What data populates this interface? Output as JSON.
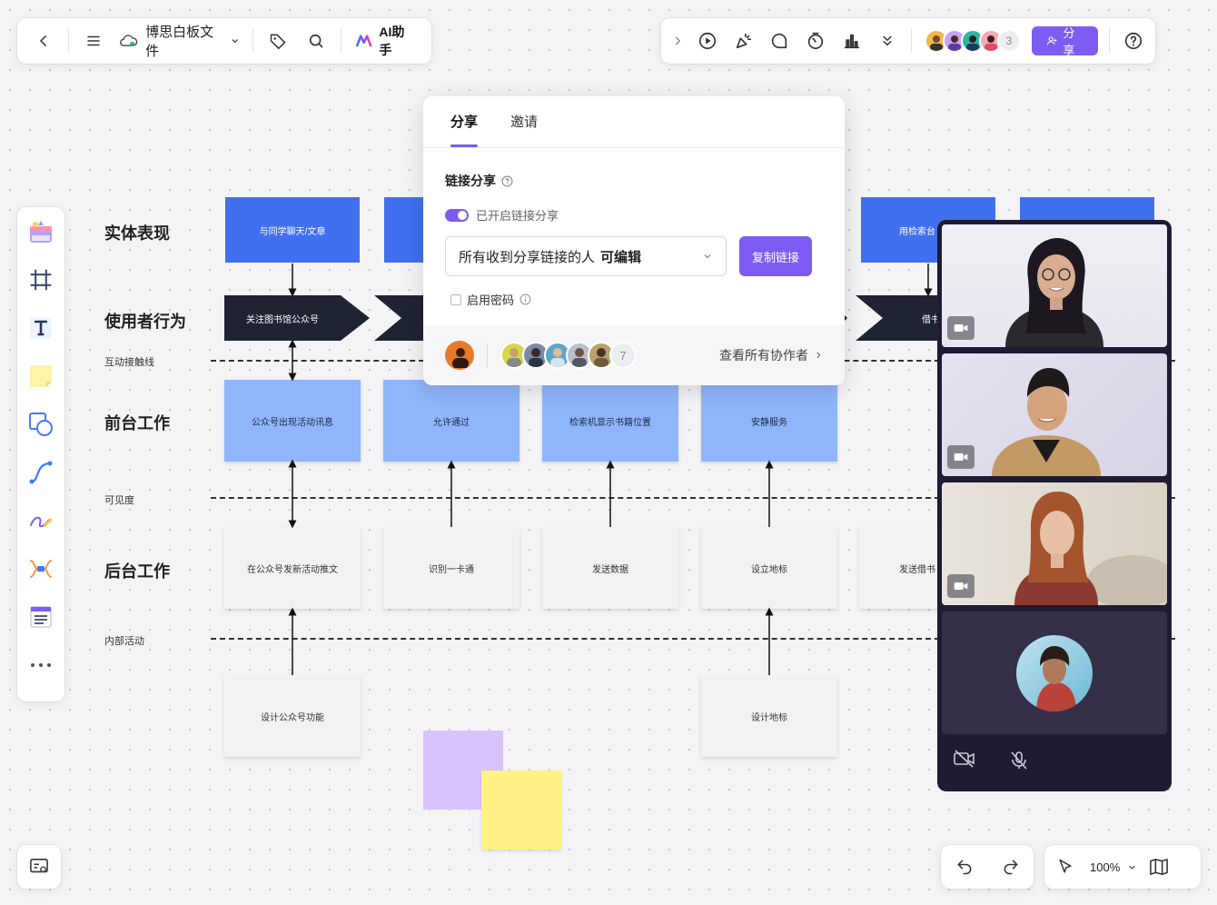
{
  "app": {
    "file_title": "博思白板文件",
    "ai_label": "AI助手",
    "share_label": "分享",
    "collaborator_extra_count": "3"
  },
  "diagram": {
    "row_labels": {
      "entity": "实体表现",
      "user_behavior": "使用者行为",
      "interaction_line": "互动接触线",
      "front_stage": "前台工作",
      "visibility": "可见度",
      "back_stage": "后台工作",
      "internal": "内部活动"
    },
    "entity_boxes": [
      "与同学聊天/文章",
      "用检索台"
    ],
    "behavior_chevrons": [
      "关注图书馆公众号",
      "借书"
    ],
    "front_boxes": [
      "公众号出现活动讯息",
      "允许通过",
      "检索机显示书籍位置",
      "安静服务"
    ],
    "back_boxes": [
      "在公众号发新活动推文",
      "识别一卡通",
      "发送数据",
      "设立地标",
      "发送借书"
    ],
    "support_boxes": [
      "设计公众号功能",
      "设计地标"
    ]
  },
  "share_panel": {
    "tabs": [
      "分享",
      "邀请"
    ],
    "link_share_title": "链接分享",
    "toggle_label": "已开启链接分享",
    "permission_prefix": "所有收到分享链接的人",
    "permission_value": "可编辑",
    "copy_button": "复制链接",
    "password_label": "启用密码",
    "collaborator_count": "7",
    "view_all_label": "查看所有协作者"
  },
  "zoom": {
    "level": "100%"
  },
  "colors": {
    "accent": "#7c5cf2",
    "entity_blue": "#4170ef",
    "front_light_blue": "#8fb6fb",
    "chevron_dark": "#1f2433",
    "sticky_purple": "#d9c2fb",
    "sticky_yellow": "#fff285",
    "video_bg": "#1f1b33"
  }
}
